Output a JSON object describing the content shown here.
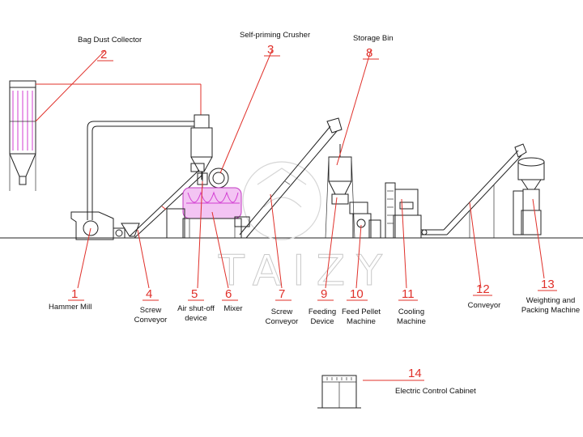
{
  "watermark": "TAIZY",
  "components": [
    {
      "number": "1",
      "label": "Hammer Mill"
    },
    {
      "number": "2",
      "label": "Bag Dust Collector"
    },
    {
      "number": "3",
      "label": "Self-priming Crusher"
    },
    {
      "number": "4",
      "label": "Screw\nConveyor"
    },
    {
      "number": "5",
      "label": "Air shut-off\ndevice"
    },
    {
      "number": "6",
      "label": "Mixer"
    },
    {
      "number": "7",
      "label": "Screw\nConveyor"
    },
    {
      "number": "8",
      "label": "Storage Bin"
    },
    {
      "number": "9",
      "label": "Feeding\nDevice"
    },
    {
      "number": "10",
      "label": "Feed Pellet\nMachine"
    },
    {
      "number": "11",
      "label": "Cooling\nMachine"
    },
    {
      "number": "12",
      "label": "Conveyor"
    },
    {
      "number": "13",
      "label": "Weighting and\nPacking Machine"
    },
    {
      "number": "14",
      "label": "Electric Control Cabinet"
    }
  ],
  "colors": {
    "callout": "#e0302a",
    "mixer": "#d23cd2",
    "line": "#222222"
  }
}
